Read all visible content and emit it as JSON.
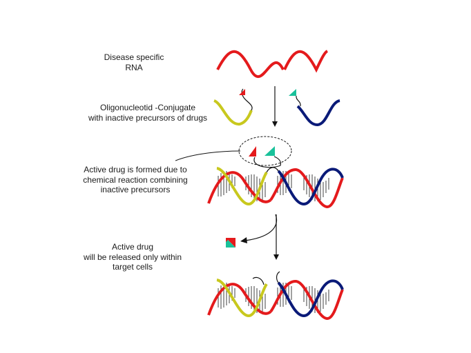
{
  "colors": {
    "rna": "#e41a1c",
    "yellow_strand": "#c8c81e",
    "blue_strand": "#0a1a78",
    "red_marker": "#e41a1c",
    "green_marker": "#19c19a",
    "ink": "#111111"
  },
  "labels": {
    "disease_rna": {
      "line1": "Disease specific",
      "line2": "RNA"
    },
    "conjugate": {
      "line1": "Oligonucleotid -Conjugate",
      "line2": "with inactive precursors of drugs"
    },
    "active_formed": {
      "line1": "Active drug is formed due to",
      "line2": "chemical reaction combining",
      "line3": "inactive precursors"
    },
    "released": {
      "line1": "Active drug",
      "line2": "will be released only within",
      "line3": "target cells"
    }
  },
  "icons": [
    "red-precursor-icon",
    "green-precursor-icon",
    "active-drug-icon",
    "down-arrow-icon",
    "curved-arrow-icon"
  ]
}
